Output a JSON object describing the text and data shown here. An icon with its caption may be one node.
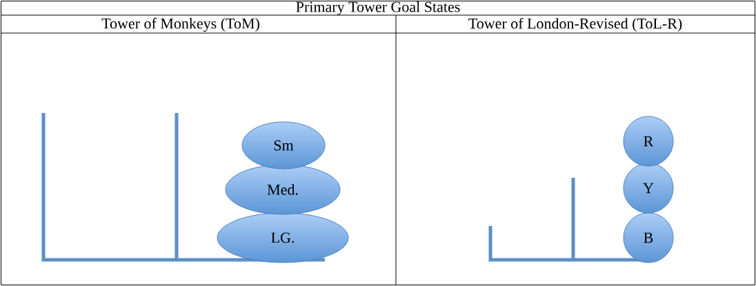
{
  "diagram": {
    "title": "Primary Tower Goal States",
    "nodes": [
      {
        "text": [
          "Sm"
        ]
      },
      {
        "text": [
          "Med."
        ]
      },
      {
        "text": [
          "LG."
        ]
      },
      {
        "text": [
          "R"
        ]
      },
      {
        "text": [
          "Y"
        ]
      },
      {
        "text": [
          "B"
        ]
      }
    ],
    "labels": [
      "Tower of Monkeys (ToM)",
      "Tower of London-Revised (ToL-R)"
    ]
  }
}
